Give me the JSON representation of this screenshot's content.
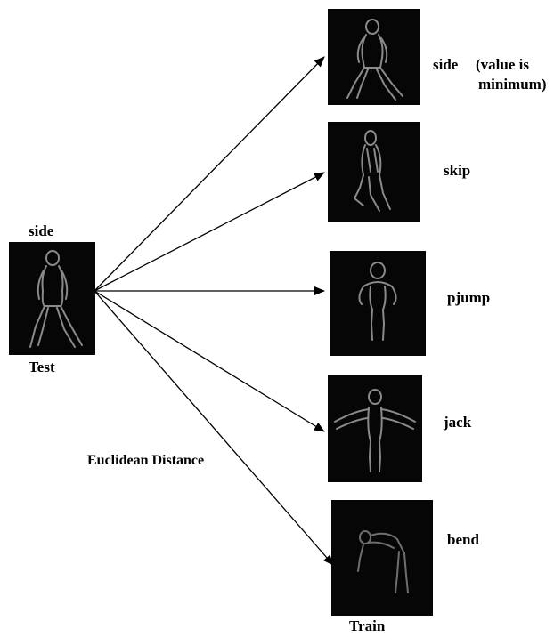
{
  "test": {
    "title": "side",
    "caption": "Test",
    "pose_icon": "side-pose-silhouette-icon"
  },
  "distance_label": "Euclidean Distance",
  "train": {
    "caption": "Train",
    "items": [
      {
        "label": "side",
        "note": "(value is",
        "note2": "minimum)",
        "pose_icon": "side-pose-silhouette-icon"
      },
      {
        "label": "skip",
        "pose_icon": "skip-pose-silhouette-icon"
      },
      {
        "label": "pjump",
        "pose_icon": "pjump-pose-silhouette-icon"
      },
      {
        "label": "jack",
        "pose_icon": "jack-pose-silhouette-icon"
      },
      {
        "label": "bend",
        "pose_icon": "bend-pose-silhouette-icon"
      }
    ]
  },
  "colors": {
    "frame_background": "#060606",
    "silhouette": "#8a8a8a",
    "arrow": "#000000"
  }
}
